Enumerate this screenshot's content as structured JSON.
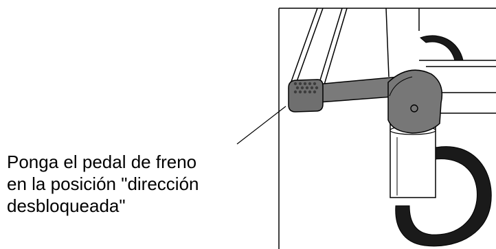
{
  "instruction": {
    "lines": [
      "Ponga el pedal de freno",
      "en la posición \"dirección",
      "desbloqueada\""
    ]
  },
  "illustration": {
    "subject": "brake-pedal-and-caster-wheel",
    "stroke_color": "#000000",
    "pedal_fill": "#6f6f6f",
    "hub_fill": "#777777",
    "wheel_color": "#1a1a1a"
  }
}
